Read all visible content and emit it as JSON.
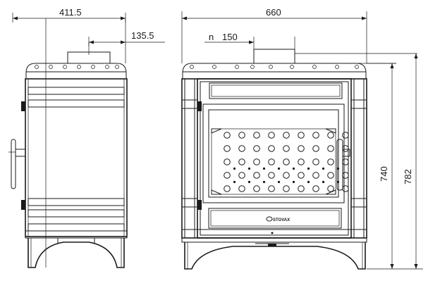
{
  "dimensions": {
    "side_width": "411.5",
    "side_flue_offset": "135.5",
    "front_width": "660",
    "flue_diameter_prefix": "n",
    "flue_diameter": "150",
    "height_body": "740",
    "height_total": "782"
  },
  "brand_mark": "STOVAX",
  "colors": {
    "ink": "#1a1a1a",
    "background": "#ffffff"
  },
  "grate": {
    "rows": 5,
    "columns": 9,
    "small_dot_rows": 2
  }
}
